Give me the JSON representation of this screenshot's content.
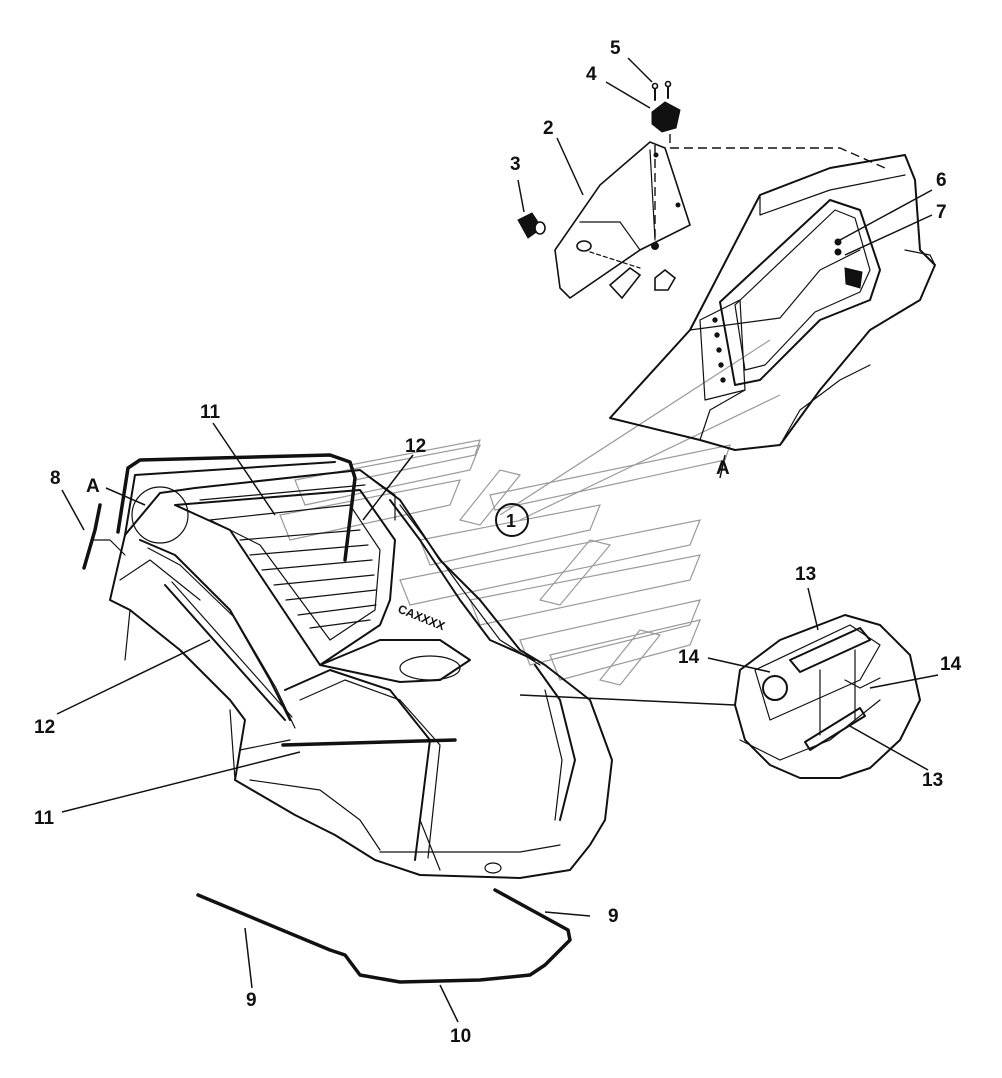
{
  "diagram": {
    "callouts": [
      {
        "id": "c5",
        "text": "5"
      },
      {
        "id": "c4",
        "text": "4"
      },
      {
        "id": "c2",
        "text": "2"
      },
      {
        "id": "c3",
        "text": "3"
      },
      {
        "id": "c6",
        "text": "6"
      },
      {
        "id": "c7",
        "text": "7"
      },
      {
        "id": "cA-right",
        "text": "A"
      },
      {
        "id": "c11-top",
        "text": "11"
      },
      {
        "id": "c12-top",
        "text": "12"
      },
      {
        "id": "c8",
        "text": "8"
      },
      {
        "id": "cA-left",
        "text": "A"
      },
      {
        "id": "c1",
        "text": "1"
      },
      {
        "id": "c13-top",
        "text": "13"
      },
      {
        "id": "c14-left",
        "text": "14"
      },
      {
        "id": "c14-right",
        "text": "14"
      },
      {
        "id": "c13-bottom",
        "text": "13"
      },
      {
        "id": "c12-left",
        "text": "12"
      },
      {
        "id": "c11-bottom",
        "text": "11"
      },
      {
        "id": "c9-right",
        "text": "9"
      },
      {
        "id": "c9-left",
        "text": "9"
      },
      {
        "id": "c10",
        "text": "10"
      }
    ],
    "nameplate_text": "CAXXXX"
  }
}
